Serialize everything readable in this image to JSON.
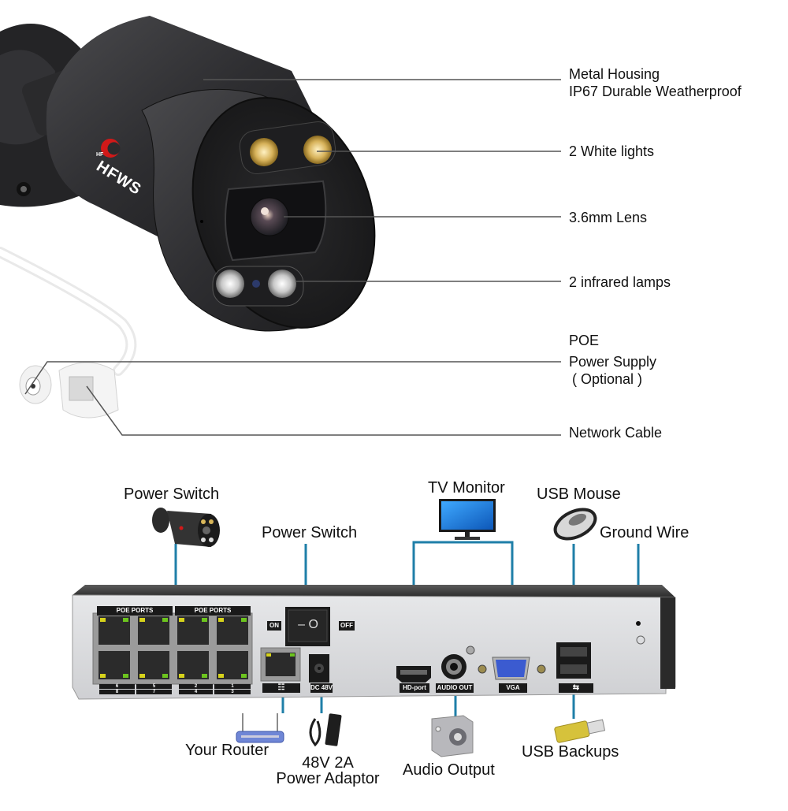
{
  "camera": {
    "brand": "HFWS",
    "brand_badge": "HF",
    "callouts": [
      {
        "line1": "Metal Housing",
        "line2": "IP67 Durable Weatherproof"
      },
      {
        "line1": "2 White lights"
      },
      {
        "line1": "3.6mm Lens"
      },
      {
        "line1": "2 infrared lamps"
      },
      {
        "line1": "POE",
        "line2": "Power Supply",
        "line3": "( Optional )"
      },
      {
        "line1": "Network Cable"
      }
    ]
  },
  "nvr": {
    "top_labels": {
      "camera": "Power Switch",
      "power_switch": "Power Switch",
      "tv_monitor": "TV Monitor",
      "usb_mouse": "USB Mouse",
      "ground_wire": "Ground Wire"
    },
    "bottom_labels": {
      "router": "Your Router",
      "adaptor_line1": "48V 2A",
      "adaptor_line2": "Power Adaptor",
      "audio": "Audio Output",
      "usb_backups": "USB Backups"
    },
    "panel": {
      "poe_ports_label_left": "POE PORTS",
      "poe_ports_label_right": "POE PORTS",
      "port_numbers_top": [
        "6",
        "5",
        "2",
        "1"
      ],
      "port_numbers_bottom": [
        "8",
        "7",
        "4",
        "3"
      ],
      "switch_on": "ON",
      "switch_off": "OFF",
      "switch_glyph": "– O",
      "lan_glyph": "network-icon",
      "dc_label": "DC 48V",
      "hdmi_label": "HD-port",
      "audio_label": "AUDIO OUT",
      "vga_label": "VGA",
      "usb_glyph": "usb-icon"
    }
  },
  "colors": {
    "connector_line": "#1f7fa8",
    "callout_line": "#555555",
    "camera_body": "#2b2b2d",
    "nvr_panel": "#d9dadc",
    "nvr_top": "#3a3a3a"
  }
}
